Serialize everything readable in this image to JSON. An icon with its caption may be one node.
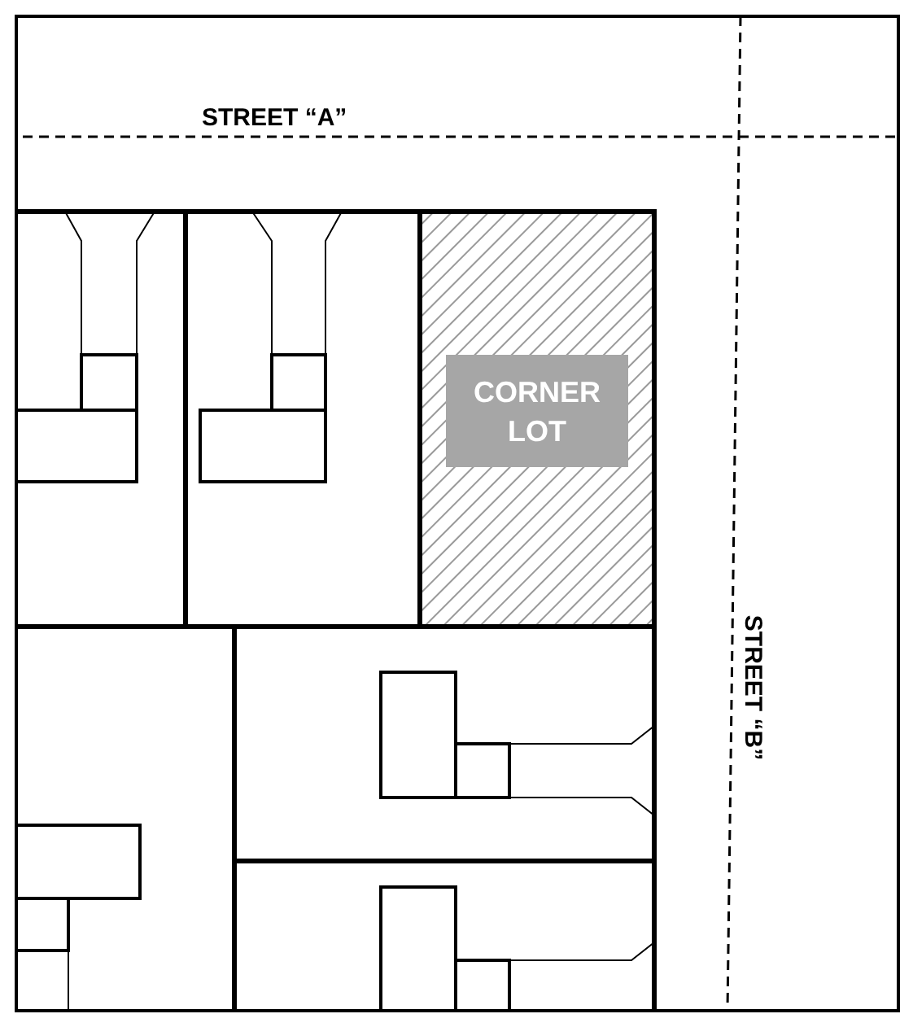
{
  "diagram": {
    "nodes": [
      {
        "text": [
          "CORNER LOT"
        ]
      }
    ],
    "labels": [
      "STREET “A”",
      "STREET “B”"
    ]
  }
}
